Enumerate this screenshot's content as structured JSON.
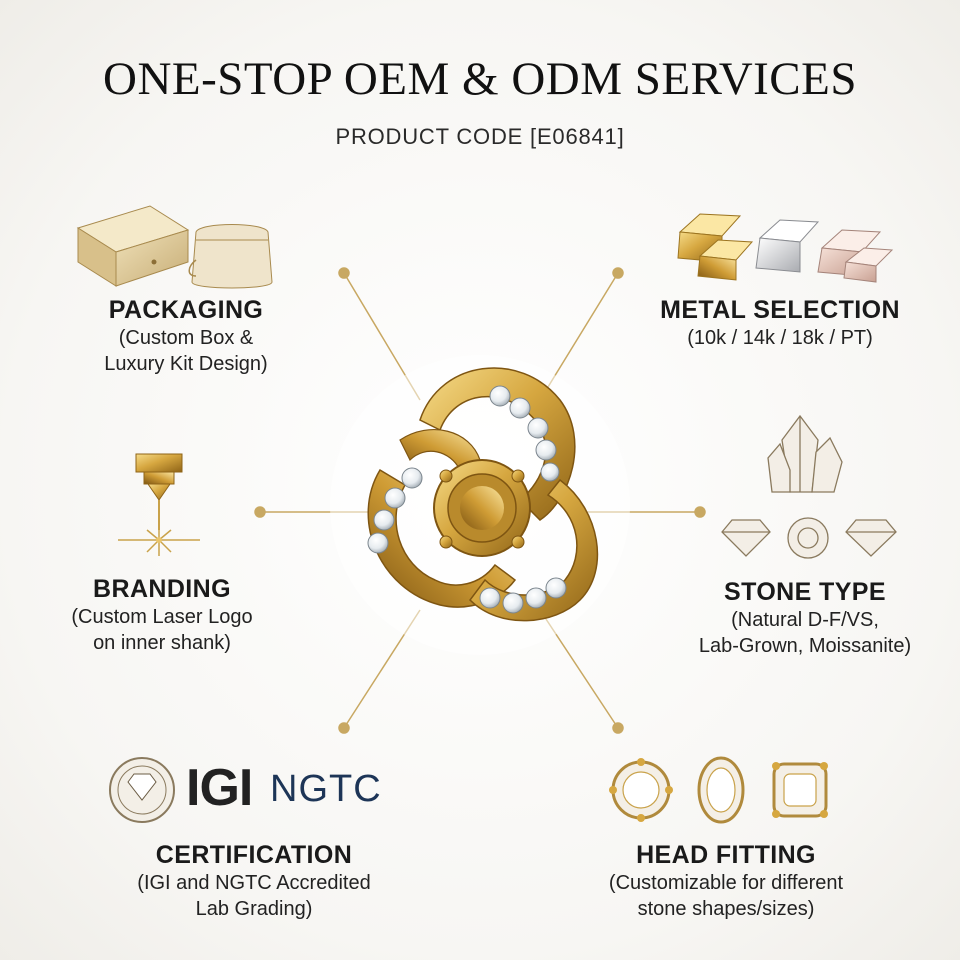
{
  "title": "ONE-STOP OEM & ODM SERVICES",
  "product_code": "PRODUCT CODE [E06841]",
  "services": {
    "packaging": {
      "heading": "PACKAGING",
      "line1": "(Custom Box &",
      "line2": "Luxury Kit Design)",
      "icon": "gift-box-and-pouch-icon"
    },
    "metal": {
      "heading": "METAL SELECTION",
      "line1": "(10k / 14k / 18k / PT)",
      "icon": "metal-bars-icon"
    },
    "branding": {
      "heading": "BRANDING",
      "line1": "(Custom Laser Logo",
      "line2": "on inner shank)",
      "icon": "laser-engraver-icon"
    },
    "stone": {
      "heading": "STONE TYPE",
      "line1": "(Natural D-F/VS,",
      "line2": "Lab-Grown, Moissanite)",
      "icon": "crystal-gems-icon"
    },
    "certification": {
      "heading": "CERTIFICATION",
      "line1": "(IGI and NGTC Accredited",
      "line2": "Lab Grading)",
      "logo1": "IGI",
      "logo2": "NGTC"
    },
    "head_fitting": {
      "heading": "HEAD FITTING",
      "line1": "(Customizable for different",
      "line2": "stone shapes/sizes)",
      "icon": "prong-settings-icon"
    }
  },
  "colors": {
    "gold": "#c9a24a",
    "gold_dark": "#9c7420",
    "navy": "#1d3557",
    "line": "#c8a862"
  }
}
